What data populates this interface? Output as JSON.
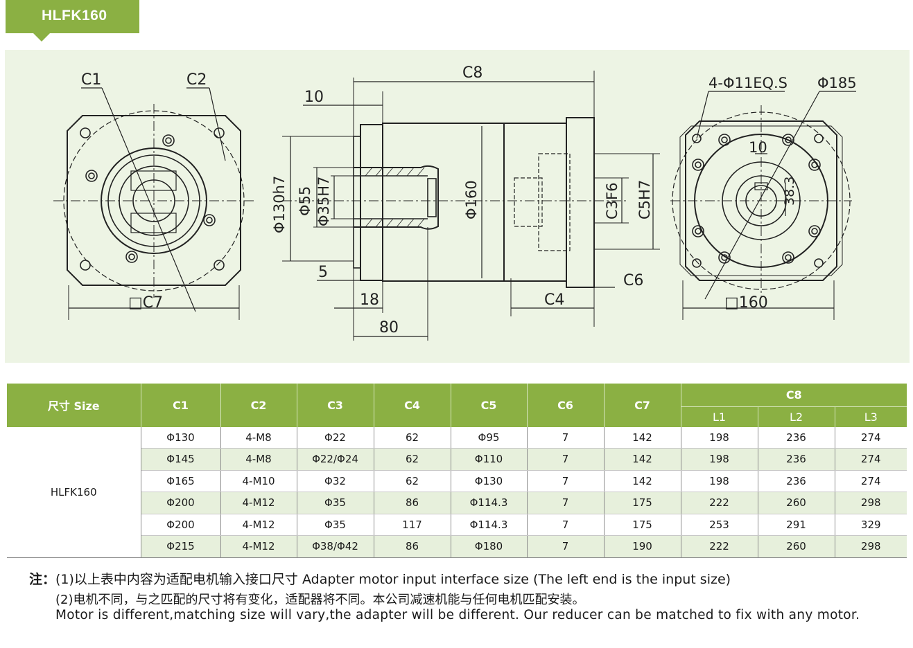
{
  "header": {
    "model_tag": "HLFK160"
  },
  "drawing_labels": {
    "c1": "C1",
    "c2": "C2",
    "c7_square": "□C7",
    "c8": "C8",
    "d10": "10",
    "d130": "Φ130h7",
    "d55": "Φ55",
    "d35": "Φ35H7",
    "d160": "Φ160",
    "c3": "C3F6",
    "c5": "C5H7",
    "d5": "5",
    "d18": "18",
    "d80": "80",
    "c4": "C4",
    "c6": "C6",
    "holes": "4-Φ11EQ.S",
    "d185": "Φ185",
    "k10": "10",
    "k38": "38.3",
    "sq160": "□160"
  },
  "table": {
    "headers": {
      "size": "尺寸 Size",
      "cols": [
        "C1",
        "C2",
        "C3",
        "C4",
        "C5",
        "C6",
        "C7"
      ],
      "c8": "C8",
      "c8_sub": [
        "L1",
        "L2",
        "L3"
      ]
    },
    "model": "HLFK160",
    "rows": [
      [
        "Φ130",
        "4-M8",
        "Φ22",
        "62",
        "Φ95",
        "7",
        "142",
        "198",
        "236",
        "274"
      ],
      [
        "Φ145",
        "4-M8",
        "Φ22/Φ24",
        "62",
        "Φ110",
        "7",
        "142",
        "198",
        "236",
        "274"
      ],
      [
        "Φ165",
        "4-M10",
        "Φ32",
        "62",
        "Φ130",
        "7",
        "142",
        "198",
        "236",
        "274"
      ],
      [
        "Φ200",
        "4-M12",
        "Φ35",
        "86",
        "Φ114.3",
        "7",
        "175",
        "222",
        "260",
        "298"
      ],
      [
        "Φ200",
        "4-M12",
        "Φ35",
        "117",
        "Φ114.3",
        "7",
        "175",
        "253",
        "291",
        "329"
      ],
      [
        "Φ215",
        "4-M12",
        "Φ38/Φ42",
        "86",
        "Φ180",
        "7",
        "190",
        "222",
        "260",
        "298"
      ]
    ]
  },
  "notes": {
    "prefix": "注：",
    "line1": "(1)以上表中内容为适配电机输入接口尺寸  Adapter motor input interface size (The left end is the input size)",
    "line2": "(2)电机不同，与之匹配的尺寸将有变化，适配器将不同。本公司减速机能与任何电机匹配安装。",
    "line3": "Motor is different,matching size will vary,the adapter will be  different. Our reducer can be matched to fix with any motor."
  },
  "colors": {
    "accent": "#8bb043",
    "drawing_bg": "#edf4e4",
    "row_alt": "#e7f0dc"
  }
}
